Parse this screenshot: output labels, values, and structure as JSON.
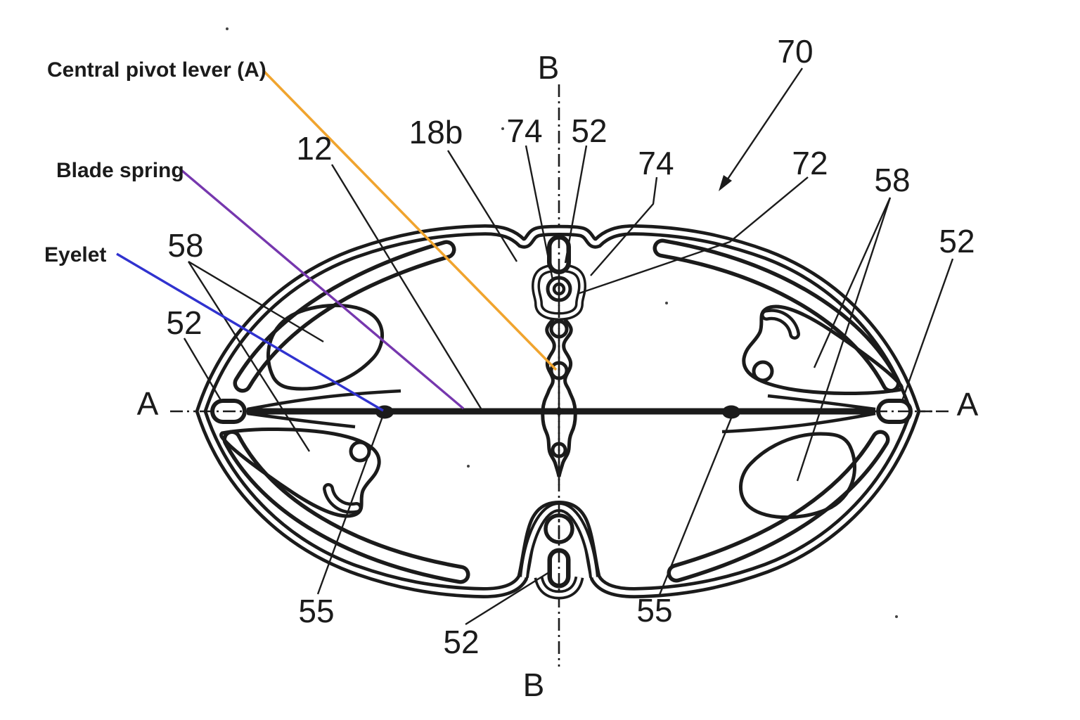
{
  "figure": {
    "colors": {
      "line": "#1b1b1b",
      "background": "#ffffff"
    },
    "refs": {
      "r12": "12",
      "r18b": "18b",
      "r74_left": "74",
      "r52_top": "52",
      "r74_right": "74",
      "r70": "70",
      "r72": "72",
      "r58_right": "58",
      "r52_right": "52",
      "r58_left": "58",
      "r52_left": "52",
      "r55_left": "55",
      "r55_right": "55",
      "r52_bottom": "52",
      "axis_a_left": "A",
      "axis_a_right": "A",
      "axis_b_top": "B",
      "axis_b_bottom": "B"
    },
    "annotations": {
      "central_pivot_lever": {
        "label": "Central pivot lever (A)",
        "color": "#F0A42E"
      },
      "blade_spring": {
        "label": "Blade spring",
        "color": "#7637AE"
      },
      "eyelet": {
        "label": "Eyelet",
        "color": "#3032CF"
      }
    }
  }
}
